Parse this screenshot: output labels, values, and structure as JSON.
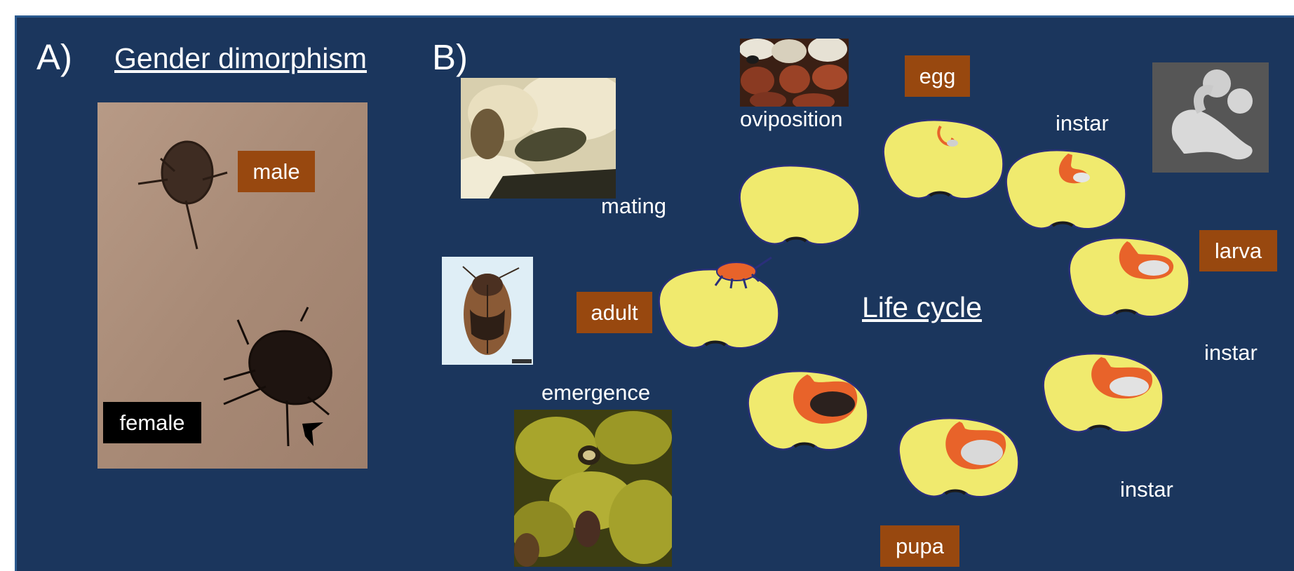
{
  "panel_a": {
    "letter": "A)",
    "title": "Gender dimorphism",
    "labels": {
      "male": "male",
      "female": "female"
    }
  },
  "panel_b": {
    "letter": "B)",
    "title": "Life cycle",
    "stage_labels": {
      "egg": "egg",
      "larva": "larva",
      "pupa": "pupa",
      "adult": "adult"
    },
    "text_labels": {
      "oviposition": "oviposition",
      "mating": "mating",
      "emergence": "emergence",
      "instar_1": "instar",
      "instar_2": "instar",
      "instar_3": "instar"
    }
  },
  "colors": {
    "background": "#1b365d",
    "label_box": "#98480f",
    "seed_fill": "#f0ea6e",
    "larva_tunnel": "#e8632a"
  }
}
